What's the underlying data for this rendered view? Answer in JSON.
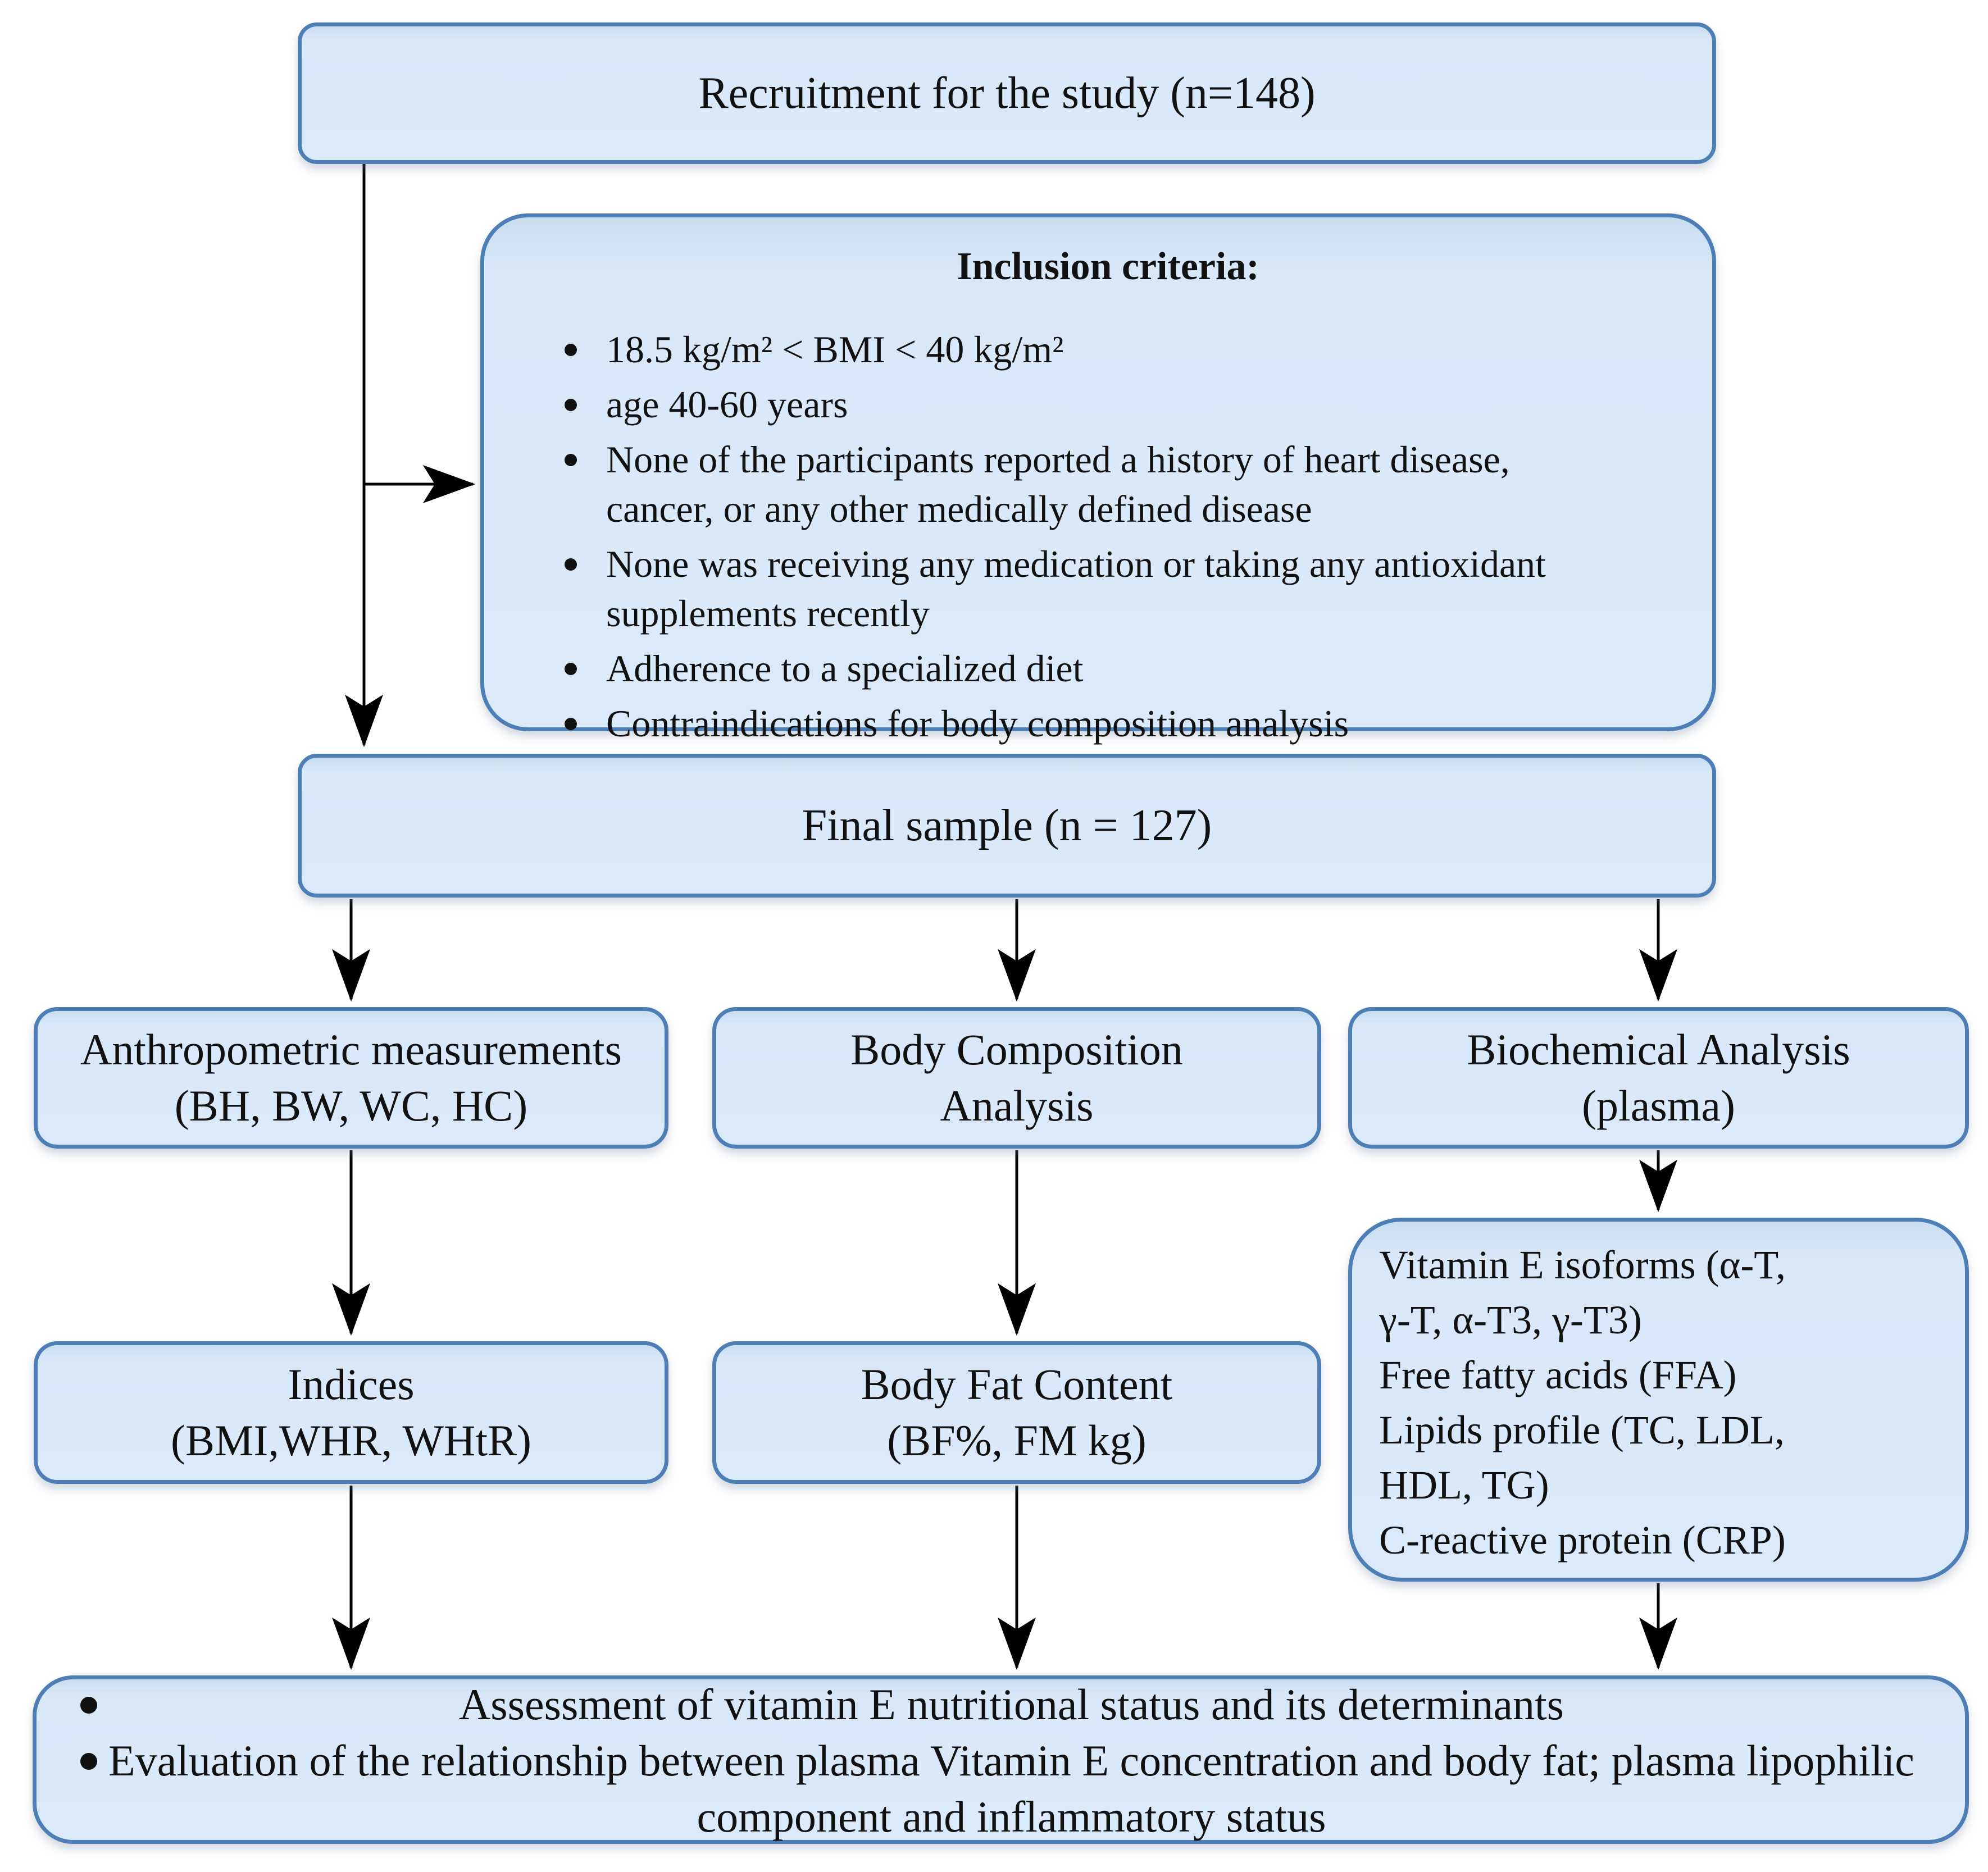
{
  "figure": {
    "type": "study-flowchart",
    "colors": {
      "box_fill": "#dbeafb",
      "box_fill_top": "#c9ddf1",
      "box_border": "#4d7fb6",
      "arrow": "#000000",
      "text": "#111111"
    },
    "nodes": {
      "recruitment": {
        "label": "Recruitment for the study (n=148)"
      },
      "inclusion": {
        "title": "Inclusion criteria:",
        "bullets": [
          "18.5 kg/m² < BMI < 40 kg/m²",
          "age 40-60 years",
          "None of the participants reported a history of heart disease, cancer, or any other medically defined disease",
          "None was receiving any medication or taking any antioxidant supplements recently",
          "Adherence to a specialized diet",
          "Contraindications for body composition analysis"
        ]
      },
      "final_sample": {
        "label": "Final sample (n = 127)"
      },
      "anthropometric": {
        "line1": "Anthropometric measurements",
        "line2": "(BH, BW, WC, HC)"
      },
      "body_composition": {
        "line1": "Body Composition",
        "line2": "Analysis"
      },
      "biochemical": {
        "line1": "Biochemical Analysis",
        "line2": "(plasma)"
      },
      "indices": {
        "line1": "Indices",
        "line2": "(BMI,WHR, WHtR)"
      },
      "body_fat": {
        "line1": "Body Fat Content",
        "line2": "(BF%, FM kg)"
      },
      "biochem_panel": {
        "lines": [
          "Vitamin E isoforms (α-T,",
          "γ-T, α-T3, γ-T3)",
          "Free fatty acids (FFA)",
          "Lipids profile (TC, LDL,",
          "HDL, TG)",
          "C-reactive protein (CRP)"
        ]
      },
      "outcomes": {
        "bullets": [
          "Assessment of vitamin E nutritional status and its determinants",
          "Evaluation of the relationship between plasma Vitamin E concentration and body fat; plasma lipophilic component and inflammatory status"
        ]
      }
    }
  }
}
